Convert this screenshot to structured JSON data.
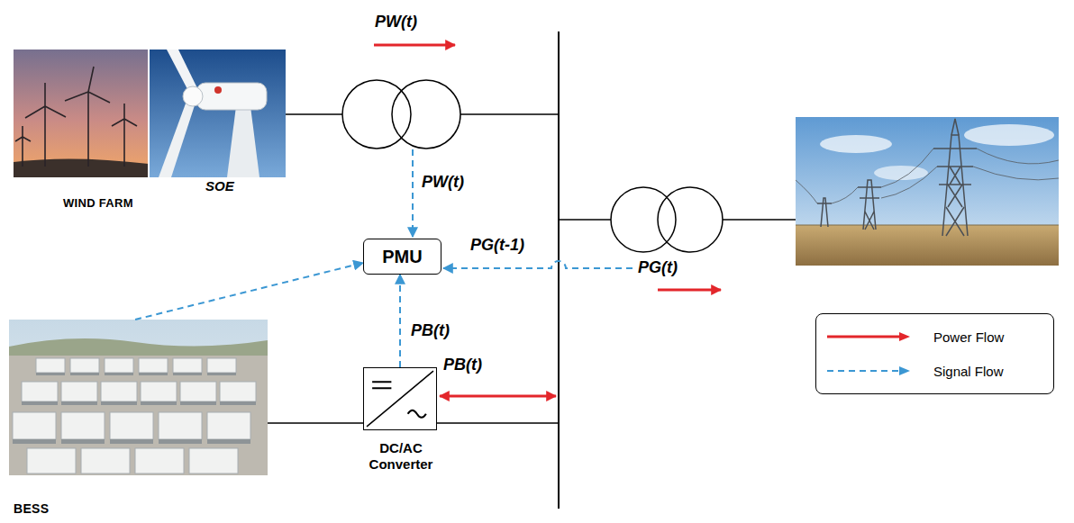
{
  "diagram": {
    "nodes": [
      {
        "text": [
          "WIND FARM"
        ]
      },
      {
        "text": [
          "PMU"
        ]
      },
      {
        "text": [
          "BESS"
        ]
      },
      {
        "text": [
          "DC/AC Converter"
        ]
      }
    ],
    "edges": [
      {
        "from": 2,
        "to": 1,
        "arrow": "to",
        "label": "SOE"
      },
      {
        "from": 3,
        "to": 1,
        "arrow": "to",
        "label": "PB(t)"
      },
      {
        "from": 2,
        "to": 3,
        "arrow": "none"
      }
    ],
    "labels": [
      "PW(t)",
      "PW(t)",
      "PG(t-1)",
      "PG(t)",
      "PB(t)"
    ],
    "legend": [
      {
        "text": "Power Flow"
      },
      {
        "text": "Signal Flow"
      }
    ]
  }
}
